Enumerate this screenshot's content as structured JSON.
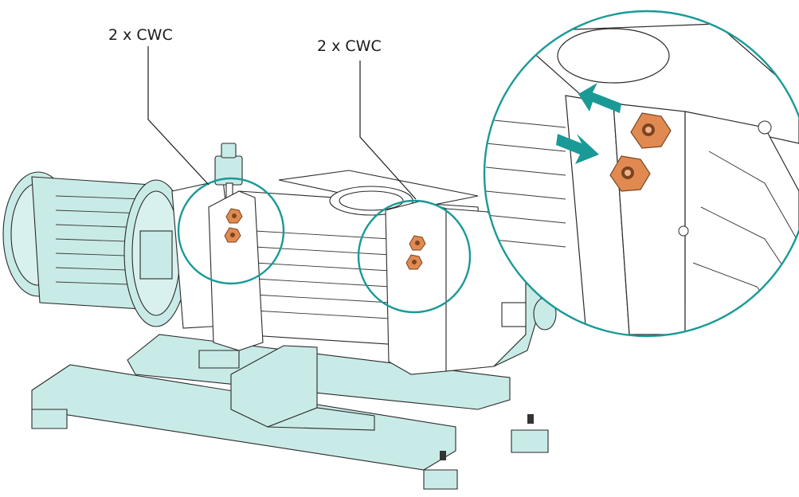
{
  "callouts": {
    "left_label": "2 x CWC",
    "right_label": "2 x CWC"
  },
  "colors": {
    "frame_fill": "#c9ebe7",
    "frame_stroke": "#2a2a2a",
    "body_fill": "#ffffff",
    "highlight_circle": "#1a9a96",
    "nut_fill": "#e08a52",
    "nut_stroke": "#7a4420",
    "arrow_fill": "#1a9a96",
    "leader_line": "#1a1a1a"
  },
  "icons": {
    "connector": "hex-nut",
    "direction": "flow-arrow"
  }
}
